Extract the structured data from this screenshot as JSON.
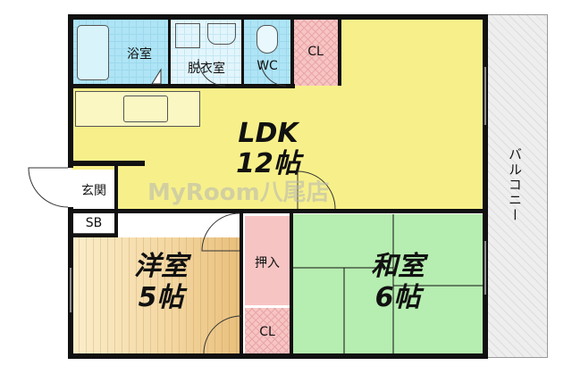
{
  "rooms": {
    "bath": "浴室",
    "dressing": "脱衣室",
    "wc": "WC",
    "cl_top": "CL",
    "ldk_name": "LDK",
    "ldk_size": "12帖",
    "entrance": "玄関",
    "sb": "SB",
    "western_name": "洋室",
    "western_size": "5帖",
    "closet": "押入",
    "cl_bottom": "CL",
    "japanese_name": "和室",
    "japanese_size": "6帖",
    "balcony": "バルコニー"
  },
  "watermark": "MyRoom八尾店",
  "colors": {
    "ldk": "#f7f08a",
    "japanese": "#b6edb0",
    "western": "#f3d6a0",
    "bath": "#aee4f5",
    "closet": "#f7c4c4",
    "balcony": "#eeeeee",
    "wall": "#111111"
  }
}
